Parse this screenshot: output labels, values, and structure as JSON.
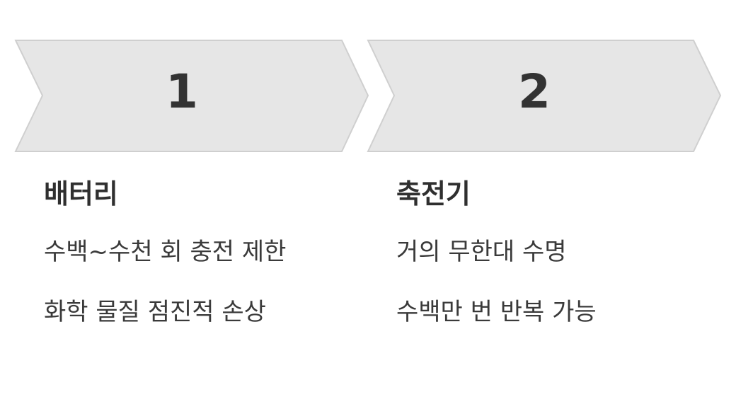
{
  "colors": {
    "chevron_fill": "#e6e6e6",
    "chevron_stroke": "#cfcfcf",
    "text": "#333333"
  },
  "steps": [
    {
      "number": "1",
      "title": "배터리",
      "lines": [
        "수백~수천 회 충전 제한",
        "화학 물질 점진적 손상"
      ]
    },
    {
      "number": "2",
      "title": "축전기",
      "lines": [
        "거의 무한대 수명",
        "수백만 번 반복 가능"
      ]
    }
  ]
}
